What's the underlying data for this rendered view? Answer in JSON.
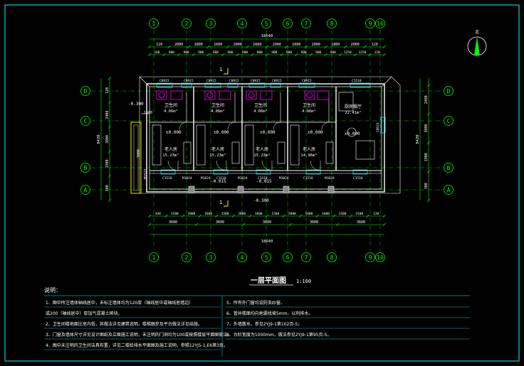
{
  "drawing": {
    "title": "一层平面图",
    "scale": "1:100",
    "north_label": "北",
    "section_mark": "1",
    "overall_width": "18640",
    "overall_depth": "8420",
    "colors": {
      "background": "#000000",
      "wall": "#ffffff",
      "axis": "#00ff00",
      "dimension": "#00ff00",
      "text": "#ffffff",
      "fixture": "#ff00ff",
      "border": "#00ffff",
      "window": "#00ffff",
      "stair": "#ffff00",
      "cut_line": "#ffff00"
    }
  },
  "axes_horizontal": [
    "1",
    "2",
    "3",
    "4",
    "5",
    "6",
    "7",
    "8",
    "9",
    "10"
  ],
  "axes_vertical": [
    "D",
    "C",
    "B",
    "A"
  ],
  "dims": {
    "top_row1": [
      "120",
      "2000",
      "1800",
      "1600",
      "2000",
      "1600",
      "2000",
      "1600",
      "2000",
      "1800",
      "2000",
      "120"
    ],
    "top_row2": [
      "340",
      "900",
      "900",
      "900",
      "900",
      "900",
      "900",
      "900",
      "900",
      "900",
      "900",
      "900",
      "900",
      "1250",
      "1250",
      "120"
    ],
    "top_total": "18640",
    "bottom_row1": [
      "340",
      "1500",
      "2000",
      "1600",
      "1500",
      "2000",
      "1600",
      "1500",
      "2000",
      "1600",
      "1600",
      "1500",
      "1500",
      "120"
    ],
    "bottom_row2": [
      "3600",
      "3600",
      "3600",
      "3600",
      "3600"
    ],
    "bottom_total": "18640",
    "left": [
      "120",
      "2400",
      "3800",
      "1900",
      "300"
    ],
    "left_total": "8420",
    "right": [
      "2400",
      "3800",
      "1900",
      "300"
    ],
    "right_total": "8420"
  },
  "rooms": [
    {
      "name": "卫生间",
      "area": "4.06m²"
    },
    {
      "name": "卫生间",
      "area": "4.06m²"
    },
    {
      "name": "卫生间",
      "area": "4.06m²"
    },
    {
      "name": "卫生间",
      "area": "4.06m²"
    },
    {
      "name": "老人房",
      "area": "15.23m²"
    },
    {
      "name": "老人房",
      "area": "15.23m²"
    },
    {
      "name": "老人房",
      "area": "15.23m²"
    },
    {
      "name": "老人房",
      "area": "14.96m²"
    },
    {
      "name": "厨房餐厅",
      "area": "22.41m²"
    }
  ],
  "levels": {
    "floor": "±0.000",
    "corridor": "-0.015",
    "outside": "-0.300",
    "entry": "-0.300"
  },
  "openings": {
    "top": [
      "C0915",
      "C0915",
      "C0915",
      "C0915",
      "C0915",
      "C0915",
      "C0915",
      "C1518"
    ],
    "bottom": [
      "C1518",
      "M1024",
      "M1024",
      "C1518",
      "M1024",
      "C1518",
      "M1024",
      "C1518",
      "M1024",
      "C1518"
    ],
    "side": "C0623",
    "entry_door": "M1521",
    "stair_width": "1500",
    "ramp_width": "3800"
  },
  "notes_header": "说明：",
  "notes": [
    "1、图中所注墙体轴线居中，未标注墙体均为120厚（轴线居中或轴线居墙边）",
    "   或200（轴线居中）厚加气混凝土砌块。",
    "2、卫生间楼地面比室内低，其做法详见建筑说明，楼梯踏步及平台做法详见结施。",
    "3、门窗及墙体尺寸详见设计图纸及立面施工说明，未注明的门洞均为100或按照楼层平面图做法。",
    "4、图中未注明的卫生间洁具布置，详见二楼给排水平面图及施工说明，参照12YJ5-1,E6第3页。",
    "5、所有外门窗均设防虫纱窗。",
    "6、管井楼面均向地漏找坡5mm，以利排水。",
    "7、外墙散水，参见2YJ9-1第102页-5；",
    "8、台阶宽度为1000mm，做法参见2YJ9-1第95页-5。"
  ]
}
